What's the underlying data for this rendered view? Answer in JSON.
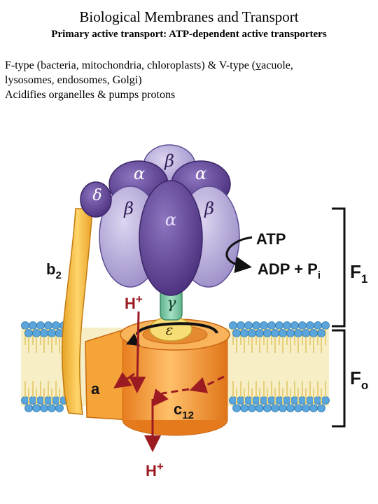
{
  "header": {
    "title": "Biological Membranes and Transport",
    "subtitle": "Primary active transport: ATP-dependent active transporters"
  },
  "body": {
    "line1_a": "F-type (bacteria, mitochondria, chloroplasts) & V-type (",
    "line1_u": "v",
    "line1_b": "acuole,",
    "line2": "lysosomes, endosomes, Golgi)",
    "line3": "Acidifies organelles & pumps protons"
  },
  "diagram": {
    "subunits": {
      "beta_top": "β",
      "alpha_left": "α",
      "alpha_right": "α",
      "beta_left": "β",
      "beta_right": "β",
      "alpha_center": "α",
      "delta": "δ",
      "gamma": "γ",
      "epsilon": "ε"
    },
    "labels": {
      "b2_main": "b",
      "b2_sub": "2",
      "a": "a",
      "c12_main": "c",
      "c12_sub": "12",
      "h_top": "H",
      "h_top_sup": "+",
      "h_bottom": "H",
      "h_bottom_sup": "+",
      "atp": "ATP",
      "adp": "ADP + P",
      "adp_sub": "i",
      "f1_main": "F",
      "f1_sub": "1",
      "fo_main": "F",
      "fo_sub": "o"
    },
    "colors": {
      "alpha_dark": "#5b3f8f",
      "beta_light": "#b3a6d6",
      "stalk_green": "#7fc9a6",
      "stator_yellow": "#f5b83a",
      "ring_orange": "#f39a2e",
      "proton_red": "#9c1b22",
      "lipid_head": "#5aa6dc",
      "lipid_tail": "#f2e3a0"
    }
  }
}
